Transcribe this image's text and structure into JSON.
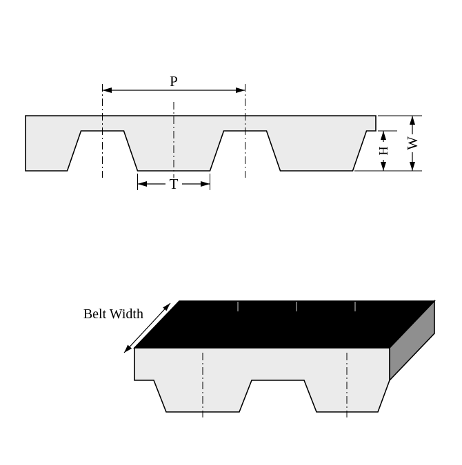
{
  "labels": {
    "pitch": "P",
    "tooth_width": "T",
    "tooth_height": "H",
    "belt_thickness": "W",
    "belt_width": "Belt Width"
  },
  "colors": {
    "background": "#ffffff",
    "outline": "#000000",
    "belt_fill": "#ebebeb",
    "top_surface": "#000000",
    "end_face": "#8f8f8f",
    "tick": "#b0b0b0"
  }
}
